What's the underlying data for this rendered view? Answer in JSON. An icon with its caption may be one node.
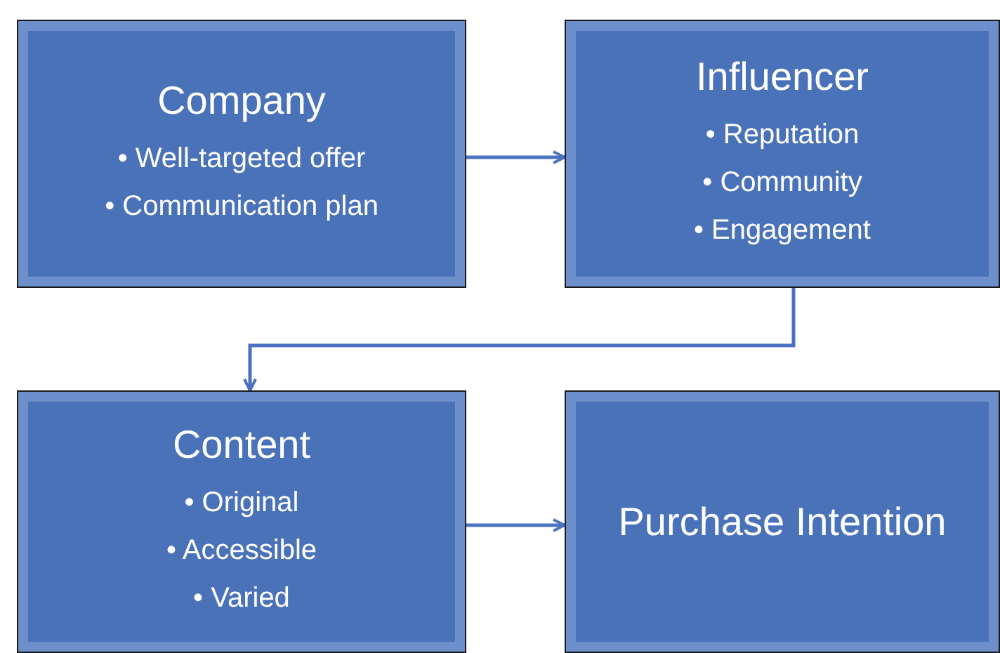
{
  "diagram": {
    "nodes": [
      {
        "text": [
          "Company",
          "• Well-targeted offer",
          "• Communication plan"
        ]
      },
      {
        "text": [
          "Influencer",
          "• Reputation",
          "• Community",
          "• Engagement"
        ]
      },
      {
        "text": [
          "Content",
          "• Original",
          "• Accessible",
          "• Varied"
        ]
      },
      {
        "text": [
          "Purchase Intention"
        ]
      }
    ],
    "edges": [
      {
        "from": 0,
        "to": 1,
        "arrow": "to"
      },
      {
        "from": 1,
        "to": 2,
        "arrow": "to"
      },
      {
        "from": 2,
        "to": 3,
        "arrow": "to"
      }
    ]
  }
}
